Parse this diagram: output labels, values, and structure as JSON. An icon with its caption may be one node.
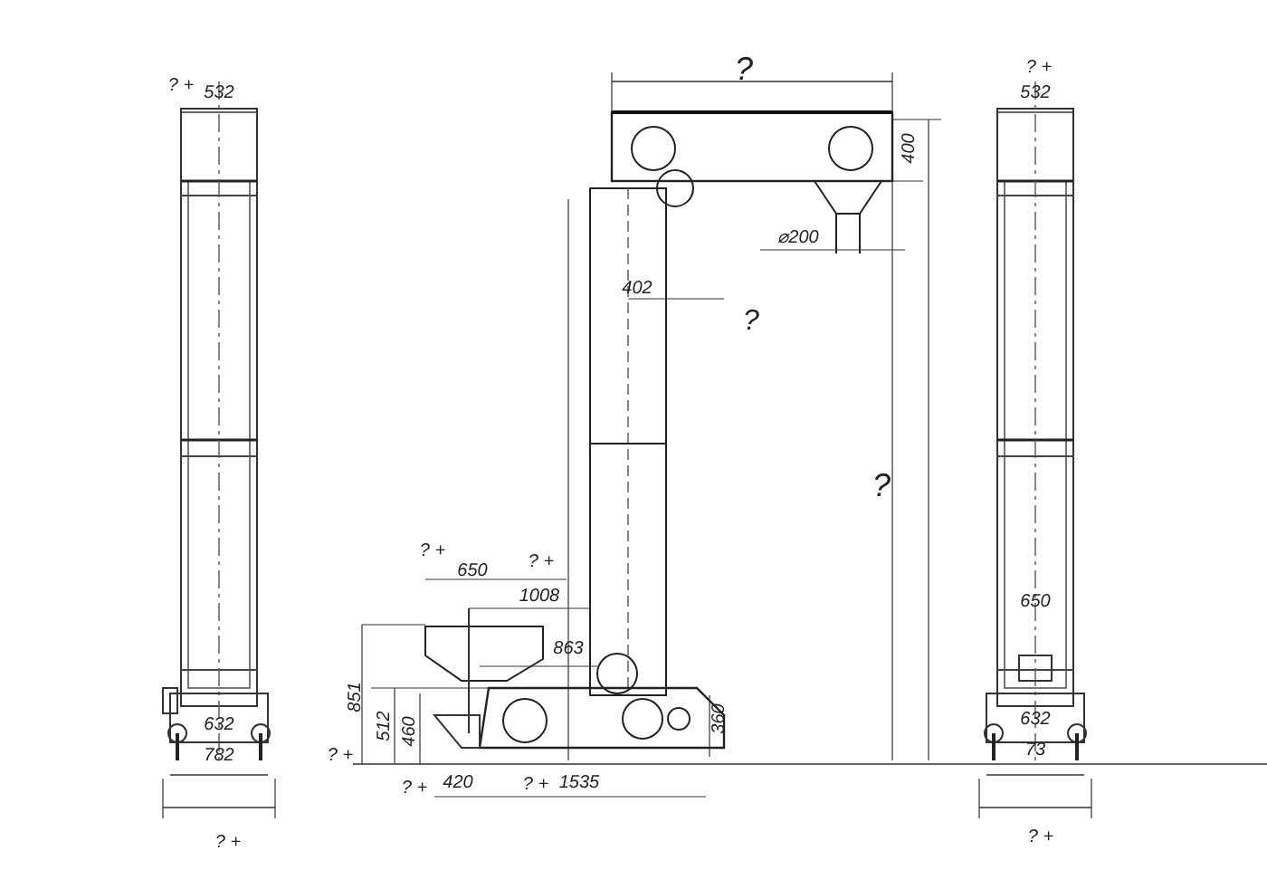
{
  "diagram": {
    "labels": [
      "?",
      "? +",
      "? +",
      "532",
      "532",
      "400",
      "⌀200",
      "402",
      "?",
      "?",
      "? +",
      "? +",
      "650",
      "1008",
      "650",
      "863",
      "851",
      "512",
      "460",
      "360",
      "632",
      "632",
      "782",
      "? +",
      "73",
      "? +",
      "420",
      "? +",
      "1535",
      "? +",
      "? +"
    ]
  }
}
